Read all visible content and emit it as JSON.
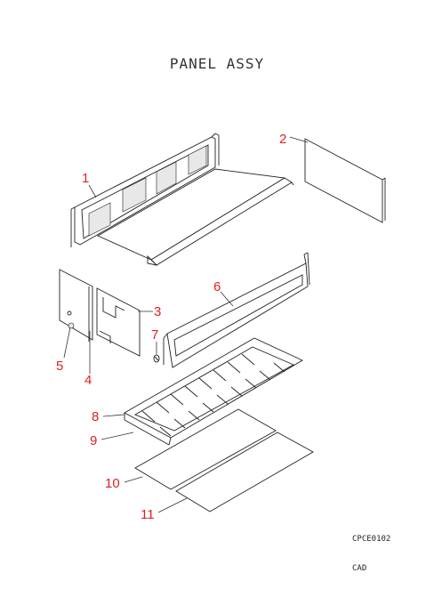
{
  "title": "PANEL ASSY",
  "drawing_code": "CPCE0102",
  "cad_label": "CAD",
  "callouts": [
    {
      "label": "1",
      "part": "front-frame"
    },
    {
      "label": "2",
      "part": "side-plate"
    },
    {
      "label": "3",
      "part": "right-cover"
    },
    {
      "label": "4",
      "part": "left-cover"
    },
    {
      "label": "5",
      "part": "screw"
    },
    {
      "label": "6",
      "part": "rear-frame"
    },
    {
      "label": "7",
      "part": "small-screw"
    },
    {
      "label": "8",
      "part": "comb-rail-top"
    },
    {
      "label": "9",
      "part": "comb-rail-bottom"
    },
    {
      "label": "10",
      "part": "bottom-plate-1"
    },
    {
      "label": "11",
      "part": "bottom-plate-2"
    }
  ],
  "colors": {
    "callout": "#e02020",
    "line": "#222222"
  }
}
